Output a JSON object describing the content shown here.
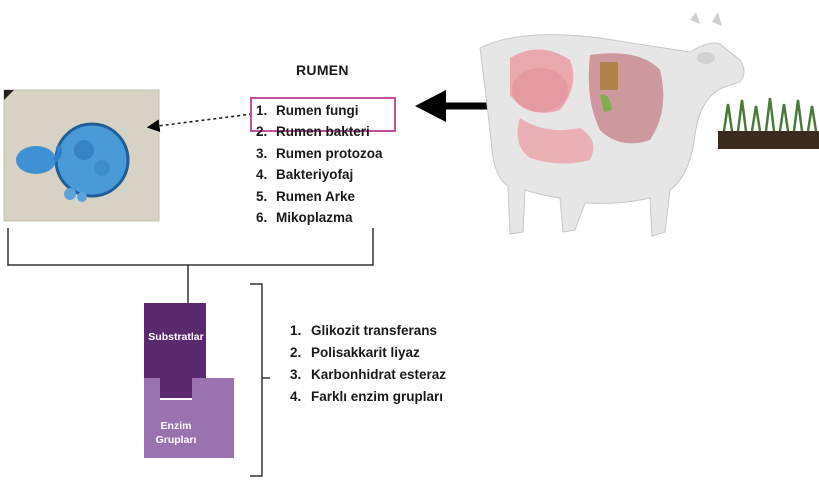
{
  "rumen_title": "RUMEN",
  "microorganisms": [
    {
      "num": "1.",
      "label": "Rumen fungi",
      "highlighted": true
    },
    {
      "num": "2.",
      "label": "Rumen bakteri",
      "highlighted": false
    },
    {
      "num": "3.",
      "label": "Rumen protozoa",
      "highlighted": false
    },
    {
      "num": "4.",
      "label": "Bakteriyofaj",
      "highlighted": false
    },
    {
      "num": "5.",
      "label": "Rumen Arke",
      "highlighted": false
    },
    {
      "num": "6.",
      "label": "Mikoplazma",
      "highlighted": false
    }
  ],
  "enzyme_groups": [
    {
      "num": "1.",
      "label": "Glikozit transferans"
    },
    {
      "num": "2.",
      "label": "Polisakkarit liyaz"
    },
    {
      "num": "3.",
      "label": "Karbonhidrat esteraz"
    },
    {
      "num": "4.",
      "label": "Farklı enzim grupları"
    }
  ],
  "blocks": {
    "substrate": "Substratlar",
    "enzyme_line1": "Enzim",
    "enzyme_line2": "Grupları"
  },
  "colors": {
    "highlight_box": "#c0509a",
    "substrate_block": "#5b2a6e",
    "enzyme_block": "#9b72b0",
    "connector_lines": "#333333",
    "arrow": "#000000",
    "cow_body": "#e6e6e6",
    "cow_organs": "#e7a1a6",
    "fungus_blue": "#2f7fc9"
  }
}
